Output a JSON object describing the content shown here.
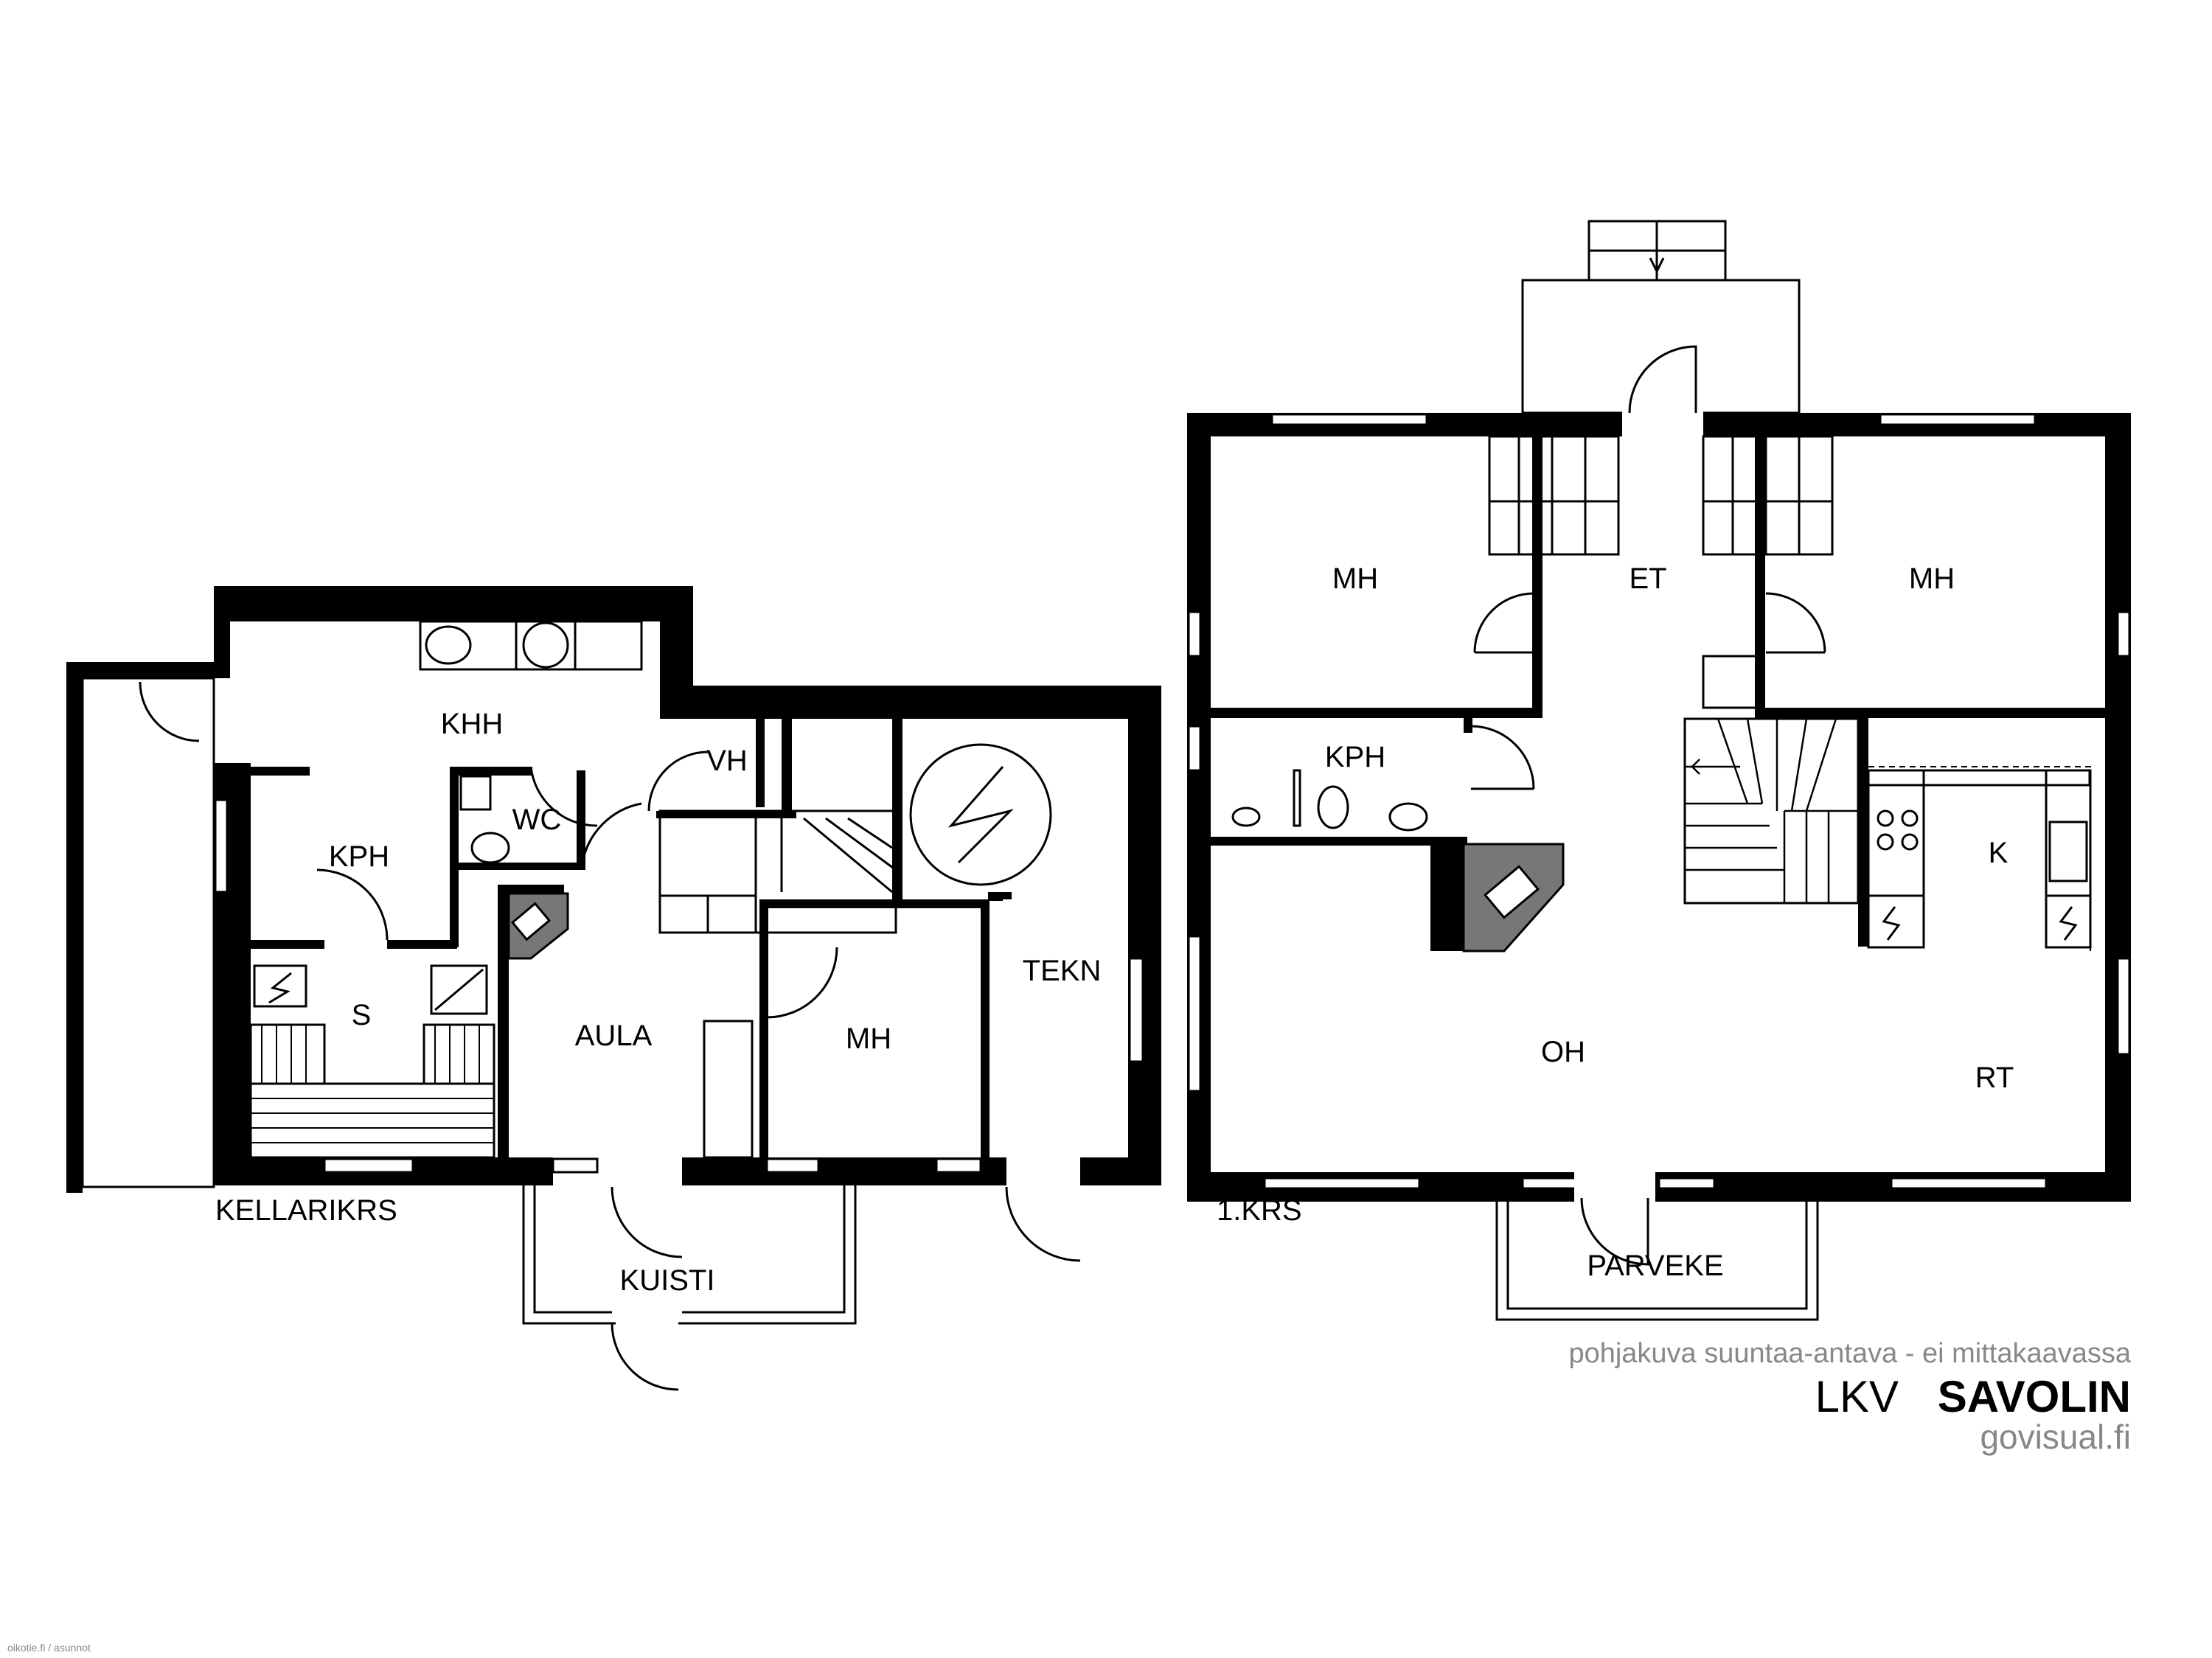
{
  "floors": {
    "basement": {
      "label": "KELLARIKRS",
      "rooms": {
        "khh": "KHH",
        "kph": "KPH",
        "wc": "WC",
        "vh": "VH",
        "s": "S",
        "aula": "AULA",
        "mh": "MH",
        "tekn": "TEKN",
        "kuisti": "KUISTI"
      }
    },
    "first": {
      "label": "1.KRS",
      "rooms": {
        "mh_left": "MH",
        "et": "ET",
        "mh_right": "MH",
        "kph": "KPH",
        "k": "K",
        "oh": "OH",
        "rt": "RT",
        "parveke": "PARVEKE"
      }
    }
  },
  "footer": {
    "note": "pohjakuva suuntaa-antava - ei mittakaavassa",
    "brand_prefix": "LKV",
    "brand_name": "SAVOLIN",
    "website": "govisual.fi",
    "credit": "oikotie.fi / asunnot"
  }
}
